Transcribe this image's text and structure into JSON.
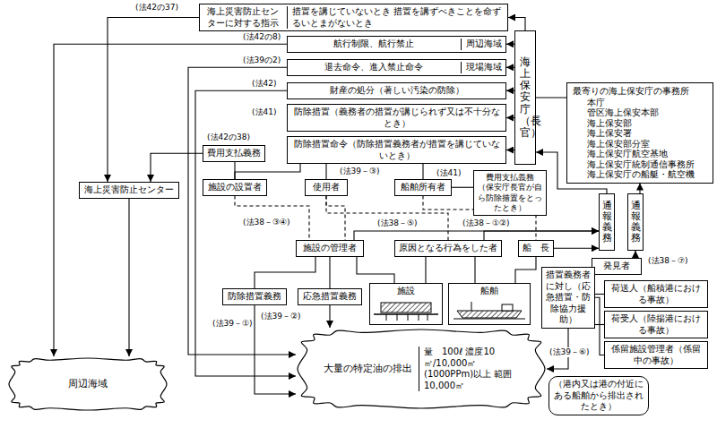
{
  "diagram": {
    "nodes": [
      {
        "text": [
          "海上災害防止センターに対する指示",
          "措置を講じていないとき 措置を講ずべきことを命ずるいとまがないとき"
        ]
      },
      {
        "text": [
          "航行制限、航行禁止",
          "周辺海域"
        ]
      },
      {
        "text": [
          "退去命令、進入禁止命令",
          "現場海域"
        ]
      },
      {
        "text": [
          "財産の処分（著しい汚染の防除）"
        ]
      },
      {
        "text": [
          "防除措置（義務者の措置が講じられず又は不十分なとき）"
        ]
      },
      {
        "text": [
          "防除措置命令（防除措置義務者が措置を講じていないとき）"
        ]
      },
      {
        "text": [
          "海上保安庁（長官）"
        ]
      },
      {
        "text": [
          "最寄りの海上保安庁の事務所",
          "本庁",
          "管区海上保安本部",
          "海上保安部",
          "海上保安署",
          "海上保安部分室",
          "海上保安庁航空基地",
          "海上保安庁統制通信事務所",
          "海上保安庁の船艇・航空機"
        ]
      },
      {
        "text": [
          "費用支払義務",
          "（保安庁長官が自ら防除措置をとったとき）"
        ]
      },
      {
        "text": [
          "費用支払義務"
        ]
      },
      {
        "text": [
          "海上災害防止センター"
        ]
      },
      {
        "text": [
          "施設の設置者"
        ]
      },
      {
        "text": [
          "使用者"
        ]
      },
      {
        "text": [
          "船舶所有者"
        ]
      },
      {
        "text": [
          "通報義務"
        ]
      },
      {
        "text": [
          "通報義務"
        ]
      },
      {
        "text": [
          "施設の管理者"
        ]
      },
      {
        "text": [
          "原因となる行為をした者"
        ]
      },
      {
        "text": [
          "船　長"
        ]
      },
      {
        "text": [
          "発見者"
        ]
      },
      {
        "text": [
          "防除措置義務"
        ]
      },
      {
        "text": [
          "応急措置義務"
        ]
      },
      {
        "text": [
          "施設"
        ]
      },
      {
        "text": [
          "船舶"
        ]
      },
      {
        "text": [
          "措置義務者に対し（応急措置・防除協力援助）"
        ]
      },
      {
        "text": [
          "荷送人（船積港における事故）"
        ]
      },
      {
        "text": [
          "荷受人（陸揚港における事故）"
        ]
      },
      {
        "text": [
          "係留施設管理者（係留中の事故）"
        ]
      },
      {
        "text": [
          "（港内又は港の付近にある船舶から排出されたとき）"
        ]
      },
      {
        "text": [
          "大量の特定油の排出",
          "量　100ℓ 濃度10㎥/10,000㎡(1000PPm)以上 範囲10,000㎡"
        ]
      },
      {
        "text": [
          "周辺海域"
        ]
      }
    ],
    "edges": [
      {
        "from": 6,
        "to": 0,
        "arrow": "to"
      },
      {
        "from": 6,
        "to": 1,
        "arrow": "to"
      },
      {
        "from": 6,
        "to": 2,
        "arrow": "to"
      },
      {
        "from": 6,
        "to": 3,
        "arrow": "to"
      },
      {
        "from": 6,
        "to": 4,
        "arrow": "to"
      },
      {
        "from": 6,
        "to": 5,
        "arrow": "to"
      },
      {
        "from": 7,
        "to": 6,
        "arrow": "none"
      },
      {
        "from": 0,
        "to": 10,
        "arrow": "to"
      },
      {
        "from": 10,
        "to": 30,
        "arrow": "to"
      },
      {
        "from": 9,
        "to": 10,
        "arrow": "to"
      },
      {
        "from": 1,
        "to": 30,
        "arrow": "to"
      },
      {
        "from": 2,
        "to": 29,
        "arrow": "to"
      },
      {
        "from": 3,
        "to": 29,
        "arrow": "to"
      },
      {
        "from": 5,
        "to": 11,
        "arrow": "none"
      },
      {
        "from": 5,
        "to": 12,
        "arrow": "none"
      },
      {
        "from": 5,
        "to": 13,
        "arrow": "none"
      },
      {
        "from": 9,
        "to": 11,
        "arrow": "none"
      },
      {
        "from": 8,
        "to": 13,
        "arrow": "none"
      },
      {
        "from": 11,
        "to": 16,
        "arrow": "none"
      },
      {
        "from": 12,
        "to": 16,
        "arrow": "none"
      },
      {
        "from": 12,
        "to": 17,
        "arrow": "none"
      },
      {
        "from": 13,
        "to": 18,
        "arrow": "none"
      },
      {
        "from": 16,
        "to": 14,
        "arrow": "to"
      },
      {
        "from": 17,
        "to": 14,
        "arrow": "to"
      },
      {
        "from": 18,
        "to": 14,
        "arrow": "to"
      },
      {
        "from": 19,
        "to": 15,
        "arrow": "to"
      },
      {
        "from": 14,
        "to": 6,
        "arrow": "to"
      },
      {
        "from": 15,
        "to": 7,
        "arrow": "to"
      },
      {
        "from": 16,
        "to": 20,
        "arrow": "none"
      },
      {
        "from": 16,
        "to": 21,
        "arrow": "none"
      },
      {
        "from": 16,
        "to": 22,
        "arrow": "none"
      },
      {
        "from": 17,
        "to": 22,
        "arrow": "none"
      },
      {
        "from": 17,
        "to": 23,
        "arrow": "none"
      },
      {
        "from": 18,
        "to": 23,
        "arrow": "none"
      },
      {
        "from": 20,
        "to": 29,
        "arrow": "to"
      },
      {
        "from": 21,
        "to": 29,
        "arrow": "to"
      },
      {
        "from": 25,
        "to": 24,
        "arrow": "none"
      },
      {
        "from": 26,
        "to": 24,
        "arrow": "none"
      },
      {
        "from": 27,
        "to": 24,
        "arrow": "none"
      },
      {
        "from": 24,
        "to": 29,
        "arrow": "to"
      }
    ],
    "labels": [
      "(法42の37)",
      "(法42の8)",
      "(法39の2)",
      "(法42)",
      "(法41)",
      "(法42の38)",
      "(法39－③)",
      "(法41)",
      "(法38－③④)",
      "(法38－⑤)",
      "(法38－①②)",
      "(法38－⑦)",
      "(法39－①)",
      "(法39－②)",
      "(法39－⑥)"
    ]
  }
}
